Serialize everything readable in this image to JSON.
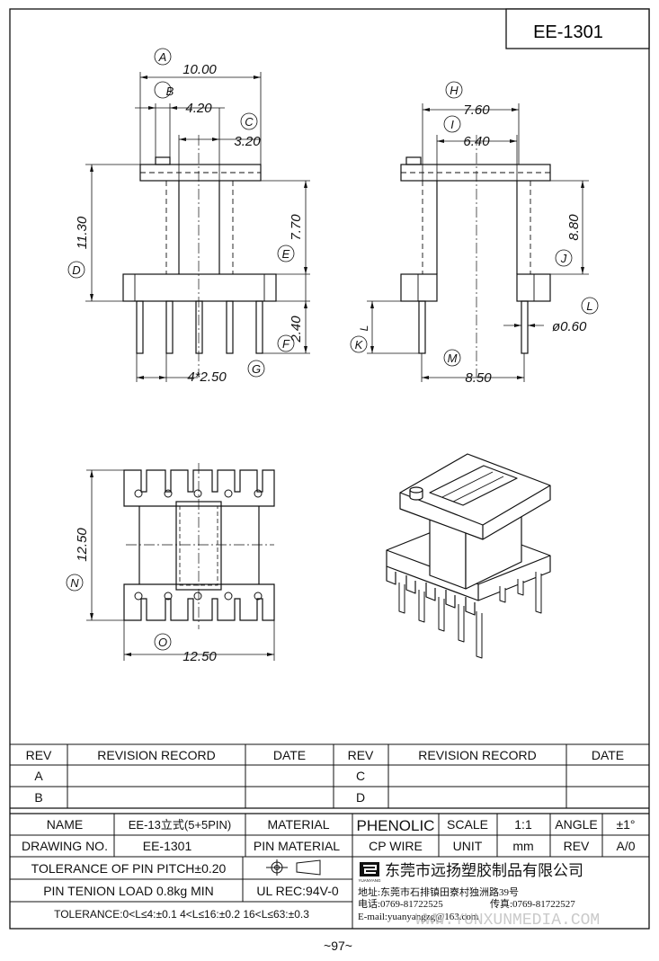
{
  "header": {
    "part_number": "EE-1301"
  },
  "front_view": {
    "A": "A",
    "dim_A": "10.00",
    "B": "B",
    "dim_B": "4.20",
    "C": "C",
    "dim_C": "3.20",
    "D": "D",
    "dim_D": "11.30",
    "E": "E",
    "dim_E": "7.70",
    "F": "F",
    "dim_F": "2.40",
    "G": "G",
    "dim_G": "4*2.50"
  },
  "side_view": {
    "H": "H",
    "dim_H": "7.60",
    "I": "I",
    "dim_I": "6.40",
    "J": "J",
    "dim_J": "8.80",
    "K": "K",
    "dim_K": "L",
    "L": "L",
    "dim_L": "ø0.60",
    "M": "M",
    "dim_M": "8.50"
  },
  "bottom_view": {
    "N": "N",
    "dim_N": "12.50",
    "O": "O",
    "dim_O": "12.50"
  },
  "revision_table": {
    "rev_header": "REV",
    "record_header": "REVISION RECORD",
    "date_header": "DATE",
    "rows_left": [
      "A",
      "B"
    ],
    "rows_right": [
      "C",
      "D"
    ]
  },
  "title_block": {
    "name_label": "NAME",
    "name_value": "EE-13立式(5+5PIN)",
    "material_label": "MATERIAL",
    "material_value": "PHENOLIC",
    "scale_label": "SCALE",
    "scale_value": "1:1",
    "angle_label": "ANGLE",
    "angle_value": "±1°",
    "drawing_no_label": "DRAWING NO.",
    "drawing_no_value": "EE-1301",
    "pin_material_label": "PIN MATERIAL",
    "pin_material_value": "CP WIRE",
    "unit_label": "UNIT",
    "unit_value": "mm",
    "rev_label": "REV",
    "rev_value": "A/0",
    "tolerance_pitch": "TOLERANCE OF PIN PITCH±0.20",
    "pin_tension": "PIN TENION LOAD 0.8kg MIN",
    "ul_rec": "UL REC:94V-0",
    "tolerance_general": "TOLERANCE:0<L≤4:±0.1  4<L≤16:±0.2  16<L≤63:±0.3",
    "company_name": "东莞市远扬塑胶制品有限公司",
    "logo_text": "YUANYANG",
    "address": "地址:东莞市石排镇田寮村独洲路39号",
    "phone": "电话:0769-81722525",
    "fax": "传真:0769-81722527",
    "email": "E-mail:yuanyangzg@163.com",
    "watermark": "WWW.YUNXUNMEDIA.COM"
  },
  "footer": {
    "page_number": "~97~"
  }
}
